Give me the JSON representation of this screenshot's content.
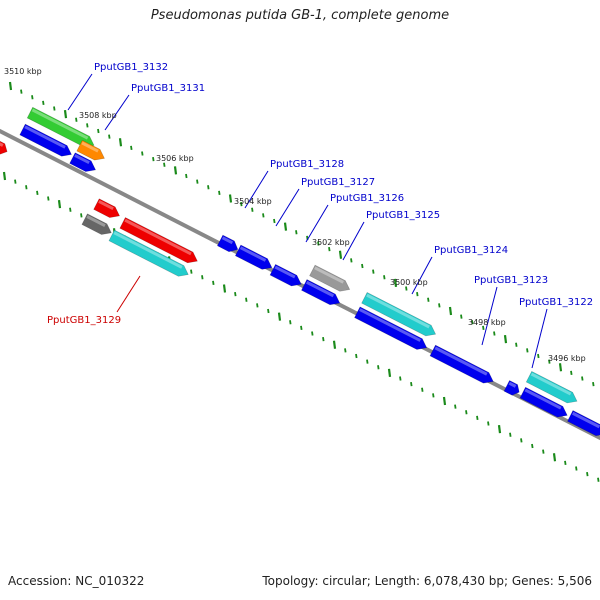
{
  "title": "Pseudomonas putida GB-1, complete genome",
  "footer": {
    "accession": "Accession: NC_010322",
    "topology": "Topology: circular; Length: 6,078,430 bp; Genes: 5,506"
  },
  "colors": {
    "backbone": "#888888",
    "tick": "#1a8a1a",
    "label_text": "#0000cc",
    "label_text_highlight": "#cc0000",
    "cds_blue": "#0000ee",
    "cds_cyan": "#22cccc",
    "cds_red": "#ee0000",
    "cds_green": "#33cc33",
    "cds_orange": "#ff8800",
    "cds_gray": "#999999",
    "cds_darkgray": "#666666"
  },
  "kbp_labels": [
    "3510 kbp",
    "3508 kbp",
    "3506 kbp",
    "3504 kbp",
    "3502 kbp",
    "3500 kbp",
    "3498 kbp",
    "3496 kbp"
  ],
  "gene_labels": [
    {
      "text": "PputGB1_3132",
      "color": "label_text"
    },
    {
      "text": "PputGB1_3131",
      "color": "label_text"
    },
    {
      "text": "PputGB1_3128",
      "color": "label_text"
    },
    {
      "text": "PputGB1_3127",
      "color": "label_text"
    },
    {
      "text": "PputGB1_3126",
      "color": "label_text"
    },
    {
      "text": "PputGB1_3125",
      "color": "label_text"
    },
    {
      "text": "PputGB1_3124",
      "color": "label_text"
    },
    {
      "text": "PputGB1_3123",
      "color": "label_text"
    },
    {
      "text": "PputGB1_3122",
      "color": "label_text"
    },
    {
      "text": "PputGB1_3129",
      "color": "label_text_highlight"
    }
  ]
}
